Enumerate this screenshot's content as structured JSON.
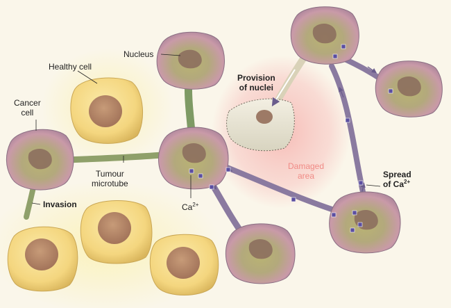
{
  "labels": {
    "nucleus": "Nucleus",
    "healthy_cell": "Healthy cell",
    "cancer_cell_line1": "Cancer",
    "cancer_cell_line2": "cell",
    "tumour_microtube_line1": "Tumour",
    "tumour_microtube_line2": "microtube",
    "invasion": "Invasion",
    "calcium_base": "Ca",
    "calcium_charge": "2+",
    "provision_line1": "Provision",
    "provision_line2": "of nuclei",
    "damaged_line1": "Damaged",
    "damaged_line2": "area",
    "spread_line1": "Spread",
    "spread_line2_prefix": "of Ca",
    "spread_charge": "2+"
  },
  "colors": {
    "background": "#faf6ea",
    "healthy_cell_fill": "#f6df8f",
    "healthy_nucleus": "#b58a68",
    "cancer_cell_pink": "#c79aa7",
    "cancer_cell_green": "#a7b26f",
    "microtube_purple": "#8f6f9a",
    "microtube_green": "#88a067",
    "calcium_square": "#5b4ea0",
    "damaged_area": "#f8c9c5",
    "damaged_label": "#f08b86"
  }
}
